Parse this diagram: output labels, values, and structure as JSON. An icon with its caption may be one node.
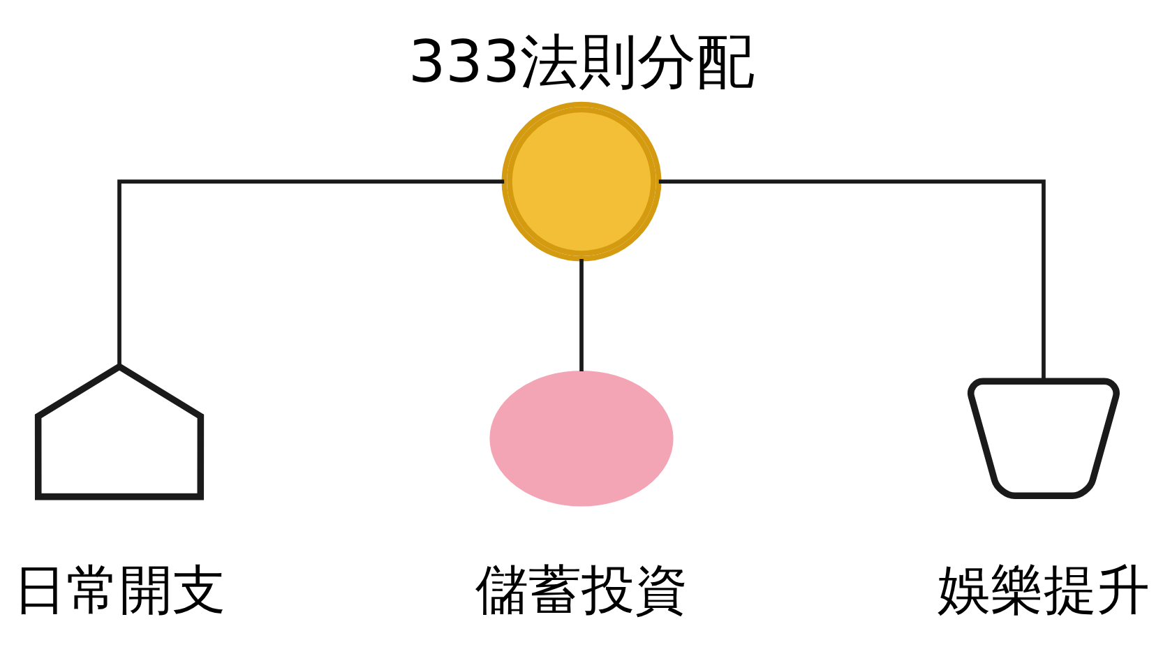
{
  "diagram": {
    "title": "333法則分配",
    "nodes": [
      {
        "text": [],
        "shape": "circle"
      },
      {
        "text": [],
        "shape": "house",
        "beside": [
          "日常開支"
        ]
      },
      {
        "text": [],
        "shape": "ellipse",
        "beside": [
          "儲蓄投資"
        ]
      },
      {
        "text": [],
        "shape": "cup",
        "beside": [
          "娛樂提升"
        ]
      }
    ],
    "edges": [
      {
        "from": 0,
        "to": 1,
        "arrow": "none"
      },
      {
        "from": 0,
        "to": 2,
        "arrow": "none"
      },
      {
        "from": 0,
        "to": 3,
        "arrow": "none"
      }
    ]
  }
}
